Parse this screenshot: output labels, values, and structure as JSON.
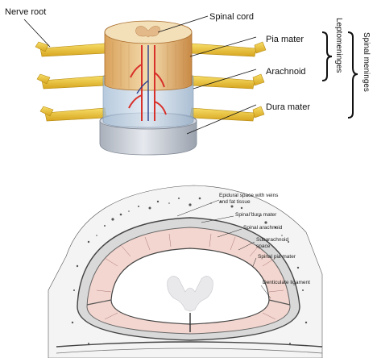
{
  "top_figure": {
    "labels": {
      "nerve_root": "Nerve root",
      "spinal_cord": "Spinal cord",
      "pia_mater": "Pia mater",
      "arachnoid": "Arachnoid",
      "dura_mater": "Dura mater"
    },
    "brackets": {
      "leptomeninges": "Leptomeninges",
      "spinal_meninges": "Spinal meninges"
    }
  },
  "bottom_figure": {
    "labels": {
      "epidural_line1": "Epidural space with veins",
      "epidural_line2": "and fat tissue",
      "spinal_dura": "Spinal dura mater",
      "spinal_arachnoid": "Spinal arachnoid",
      "subarachnoid_line1": "Subarachnoid",
      "subarachnoid_line2": "space",
      "spinal_pia": "Spinal pia mater",
      "denticulate": "Denticulate ligament"
    }
  },
  "colors": {
    "nerve": "#e9c23a",
    "cord": "#f1d7a6",
    "dura": "#c9ced6",
    "arachnoid": "#b9cde0",
    "vessel": "#d8302a",
    "section_fill": "#f3d6cf"
  }
}
